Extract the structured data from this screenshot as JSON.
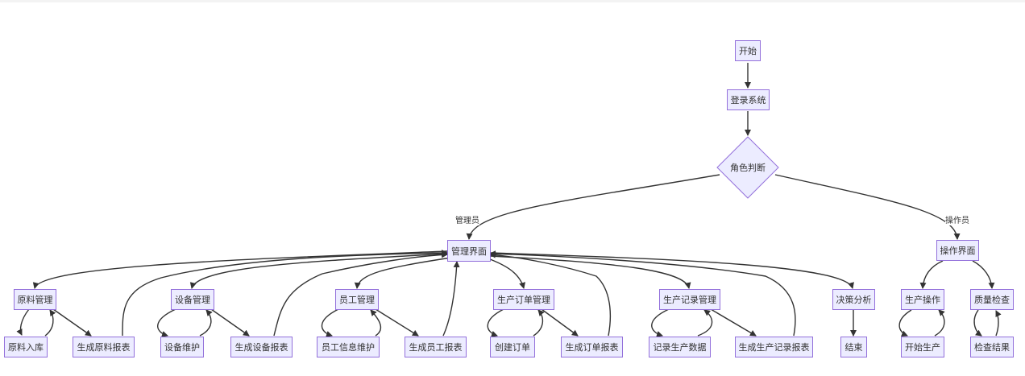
{
  "colors": {
    "node_fill": "#ececff",
    "node_border": "#9370db",
    "edge": "#333333",
    "text": "#333333"
  },
  "nodes": {
    "start": "开始",
    "login": "登录系统",
    "role": "角色判断",
    "admin_ui": "管理界面",
    "operator_ui": "操作界面",
    "material": "原料管理",
    "material_in": "原料入库",
    "material_report": "生成原料报表",
    "equipment": "设备管理",
    "equipment_maint": "设备维护",
    "equipment_report": "生成设备报表",
    "staff": "员工管理",
    "staff_info": "员工信息维护",
    "staff_report": "生成员工报表",
    "order": "生产订单管理",
    "order_create": "创建订单",
    "order_report": "生成订单报表",
    "record": "生产记录管理",
    "record_data": "记录生产数据",
    "record_report": "生成生产记录报表",
    "decision": "决策分析",
    "end": "结束",
    "production": "生产操作",
    "production_start": "开始生产",
    "quality": "质量检查",
    "quality_result": "检查结果"
  },
  "edge_labels": {
    "admin": "管理员",
    "operator": "操作员"
  }
}
